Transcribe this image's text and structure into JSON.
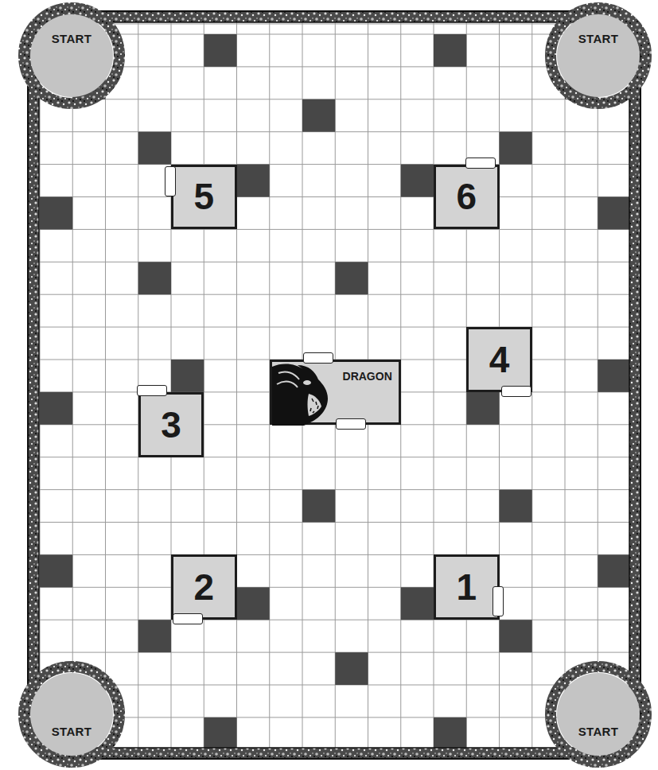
{
  "diagram": {
    "nodes": [
      {
        "text": [
          "START"
        ]
      },
      {
        "text": [
          "START"
        ]
      },
      {
        "text": [
          "5"
        ]
      },
      {
        "text": [
          "6"
        ]
      },
      {
        "text": [
          "4"
        ]
      },
      {
        "text": [
          "DRAGON"
        ]
      },
      {
        "text": [
          "3"
        ]
      },
      {
        "text": [
          "2"
        ]
      },
      {
        "text": [
          "1"
        ]
      },
      {
        "text": [
          "START"
        ]
      },
      {
        "text": [
          "START"
        ]
      }
    ]
  }
}
